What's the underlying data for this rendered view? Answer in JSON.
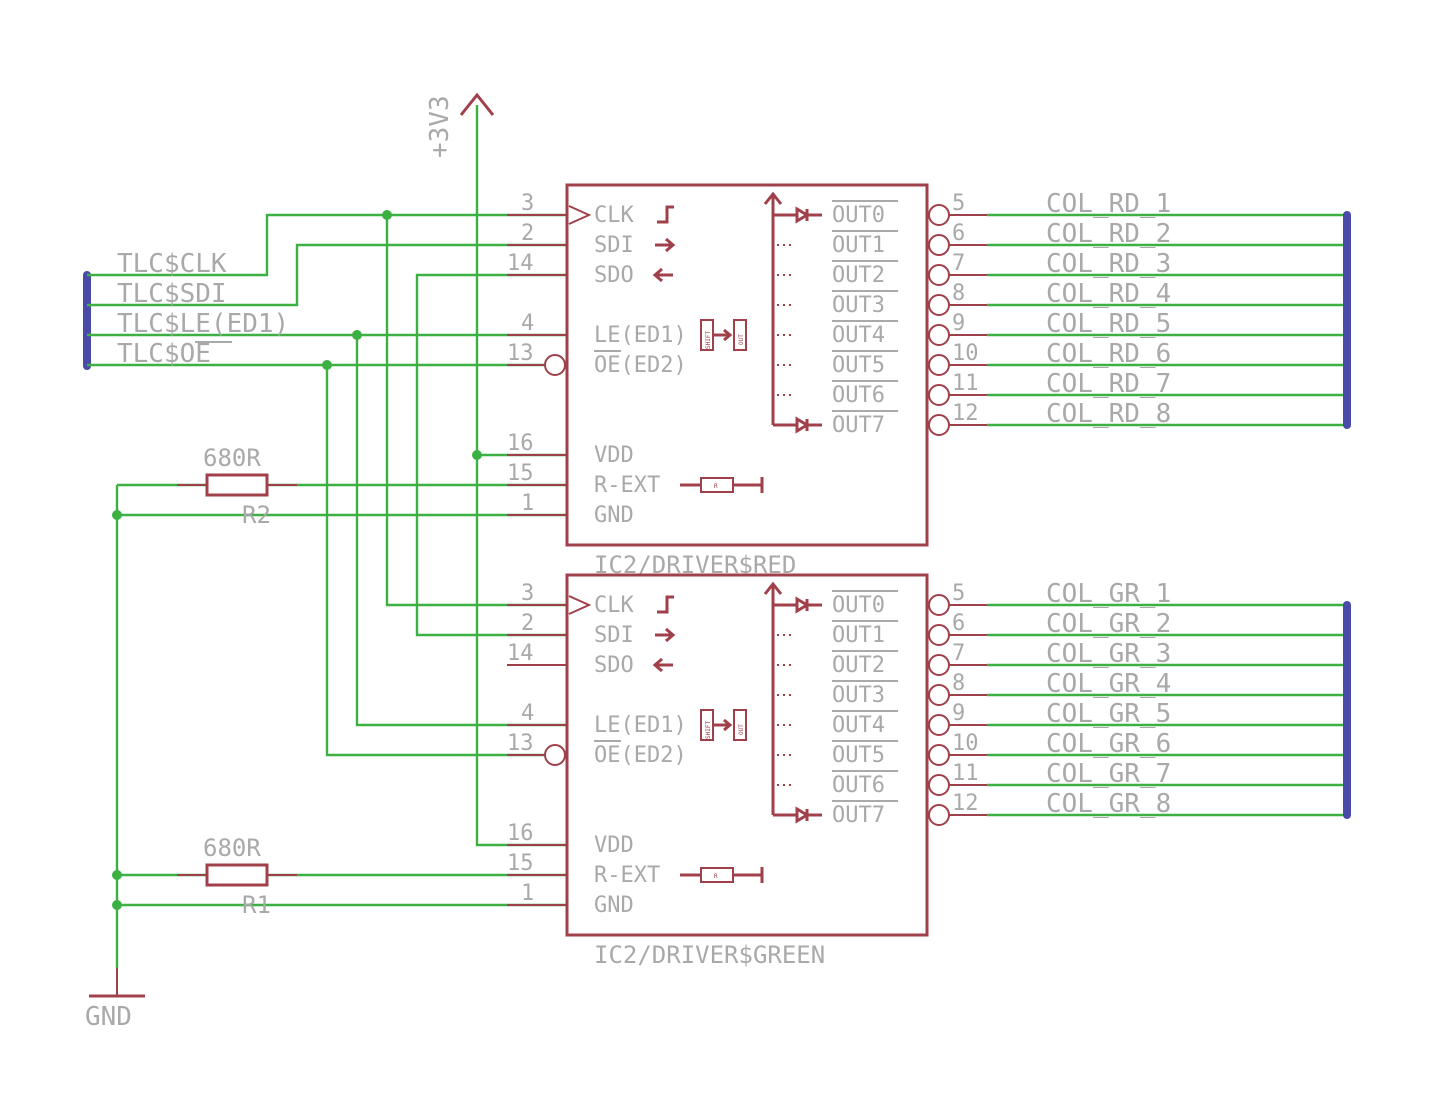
{
  "diagram": {
    "supply_label": "+3V3",
    "ground_label": "GND",
    "input_nets": {
      "clk": "TLC$CLK",
      "sdi": "TLC$SDI",
      "le": "TLC$LE(ED1)",
      "oe_prefix": "TLC$",
      "oe_bar": "OE"
    },
    "red_driver": {
      "label": "IC2/DRIVER$RED",
      "left_pins": [
        {
          "num": "3",
          "name": "CLK"
        },
        {
          "num": "2",
          "name": "SDI"
        },
        {
          "num": "14",
          "name": "SDO"
        },
        {
          "num": "4",
          "name": "LE(ED1)"
        },
        {
          "num": "13",
          "name_bar": "OE",
          "name_rest": "(ED2)"
        },
        {
          "num": "16",
          "name": "VDD"
        },
        {
          "num": "15",
          "name": "R-EXT"
        },
        {
          "num": "1",
          "name": "GND"
        }
      ],
      "outputs": [
        {
          "num": "5",
          "name": "OUT0",
          "net": "COL_RD_1"
        },
        {
          "num": "6",
          "name": "OUT1",
          "net": "COL_RD_2"
        },
        {
          "num": "7",
          "name": "OUT2",
          "net": "COL_RD_3"
        },
        {
          "num": "8",
          "name": "OUT3",
          "net": "COL_RD_4"
        },
        {
          "num": "9",
          "name": "OUT4",
          "net": "COL_RD_5"
        },
        {
          "num": "10",
          "name": "OUT5",
          "net": "COL_RD_6"
        },
        {
          "num": "11",
          "name": "OUT6",
          "net": "COL_RD_7"
        },
        {
          "num": "12",
          "name": "OUT7",
          "net": "COL_RD_8"
        }
      ]
    },
    "green_driver": {
      "label": "IC2/DRIVER$GREEN",
      "left_pins": [
        {
          "num": "3",
          "name": "CLK"
        },
        {
          "num": "2",
          "name": "SDI"
        },
        {
          "num": "14",
          "name": "SDO"
        },
        {
          "num": "4",
          "name": "LE(ED1)"
        },
        {
          "num": "13",
          "name_bar": "OE",
          "name_rest": "(ED2)"
        },
        {
          "num": "16",
          "name": "VDD"
        },
        {
          "num": "15",
          "name": "R-EXT"
        },
        {
          "num": "1",
          "name": "GND"
        }
      ],
      "outputs": [
        {
          "num": "5",
          "name": "OUT0",
          "net": "COL_GR_1"
        },
        {
          "num": "6",
          "name": "OUT1",
          "net": "COL_GR_2"
        },
        {
          "num": "7",
          "name": "OUT2",
          "net": "COL_GR_3"
        },
        {
          "num": "8",
          "name": "OUT3",
          "net": "COL_GR_4"
        },
        {
          "num": "9",
          "name": "OUT4",
          "net": "COL_GR_5"
        },
        {
          "num": "10",
          "name": "OUT5",
          "net": "COL_GR_6"
        },
        {
          "num": "11",
          "name": "OUT6",
          "net": "COL_GR_7"
        },
        {
          "num": "12",
          "name": "OUT7",
          "net": "COL_GR_8"
        }
      ]
    },
    "resistors": [
      {
        "value": "680R",
        "name": "R2"
      },
      {
        "value": "680R",
        "name": "R1"
      }
    ],
    "symbol_text": {
      "shift": "SHIFT",
      "out": "OUT",
      "r": "R"
    },
    "colors": {
      "wire": "#3cb043",
      "symbol": "#a0404a",
      "bus": "#4a4aa8",
      "text": "#a9a9a9"
    }
  }
}
